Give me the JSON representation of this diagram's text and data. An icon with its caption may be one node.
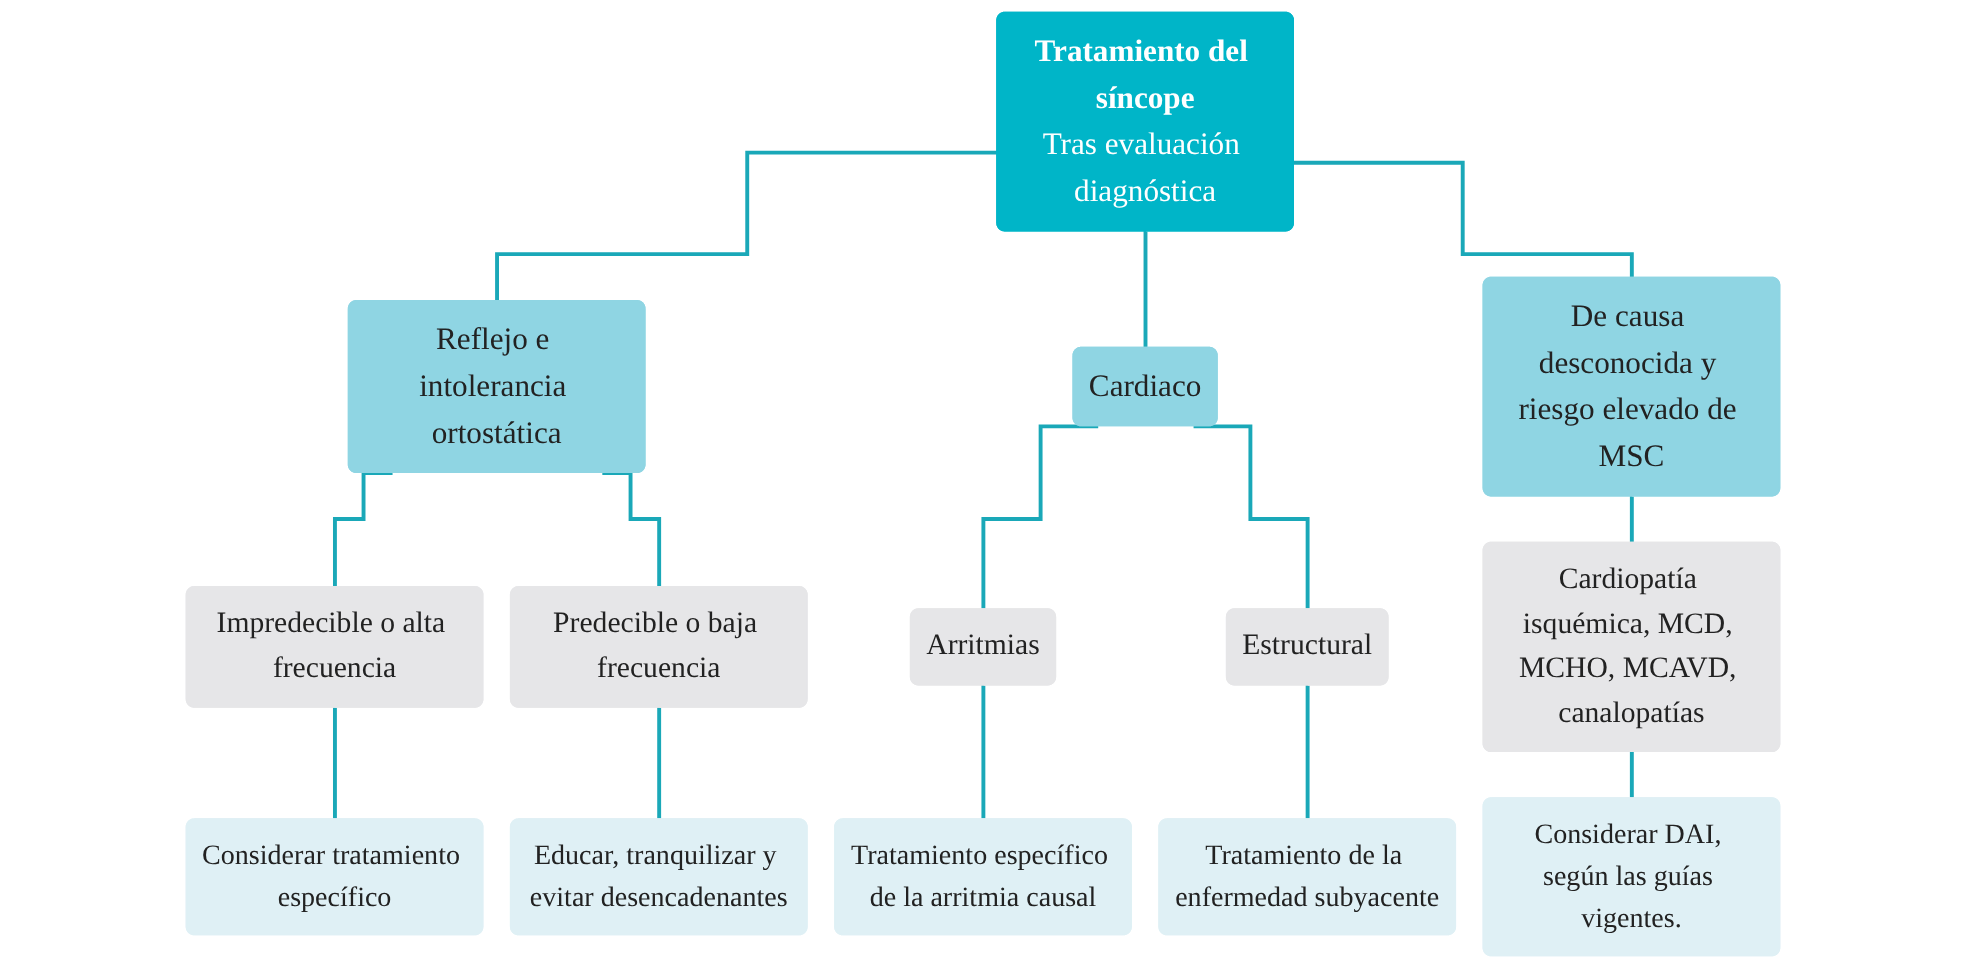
{
  "diagram": {
    "nodes": [
      {
        "text": [
          "Tratamiento del síncope",
          "Tras evaluación diagnóstica"
        ]
      },
      {
        "text": [
          "Reflejo e intolerancia ortostática"
        ]
      },
      {
        "text": [
          "Cardiaco"
        ]
      },
      {
        "text": [
          "De causa desconocida y riesgo elevado de MSC"
        ]
      },
      {
        "text": [
          "Impredecible o alta frecuencia"
        ]
      },
      {
        "text": [
          "Predecible o baja frecuencia"
        ]
      },
      {
        "text": [
          "Arritmias"
        ]
      },
      {
        "text": [
          "Estructural"
        ]
      },
      {
        "text": [
          "Cardiopatía isquémica, MCD, MCHO, MCAVD, canalopatías"
        ]
      },
      {
        "text": [
          "Considerar tratamiento específico"
        ]
      },
      {
        "text": [
          "Educar, tranquilizar y evitar desencadenantes"
        ]
      },
      {
        "text": [
          "Tratamiento específico de la arritmia causal"
        ]
      },
      {
        "text": [
          "Tratamiento de la enfermedad subyacente"
        ]
      },
      {
        "text": [
          "Considerar DAI, según las guías vigentes."
        ]
      }
    ],
    "edges": [
      {
        "from": 0,
        "to": 1,
        "arrow": "none"
      },
      {
        "from": 0,
        "to": 2,
        "arrow": "none"
      },
      {
        "from": 0,
        "to": 3,
        "arrow": "none"
      },
      {
        "from": 1,
        "to": 4,
        "arrow": "none"
      },
      {
        "from": 1,
        "to": 5,
        "arrow": "none"
      },
      {
        "from": 2,
        "to": 6,
        "arrow": "none"
      },
      {
        "from": 2,
        "to": 7,
        "arrow": "none"
      },
      {
        "from": 3,
        "to": 8,
        "arrow": "none"
      },
      {
        "from": 4,
        "to": 9,
        "arrow": "none"
      },
      {
        "from": 5,
        "to": 10,
        "arrow": "none"
      },
      {
        "from": 6,
        "to": 11,
        "arrow": "none"
      },
      {
        "from": 7,
        "to": 12,
        "arrow": "none"
      },
      {
        "from": 8,
        "to": 13,
        "arrow": "none"
      }
    ]
  }
}
